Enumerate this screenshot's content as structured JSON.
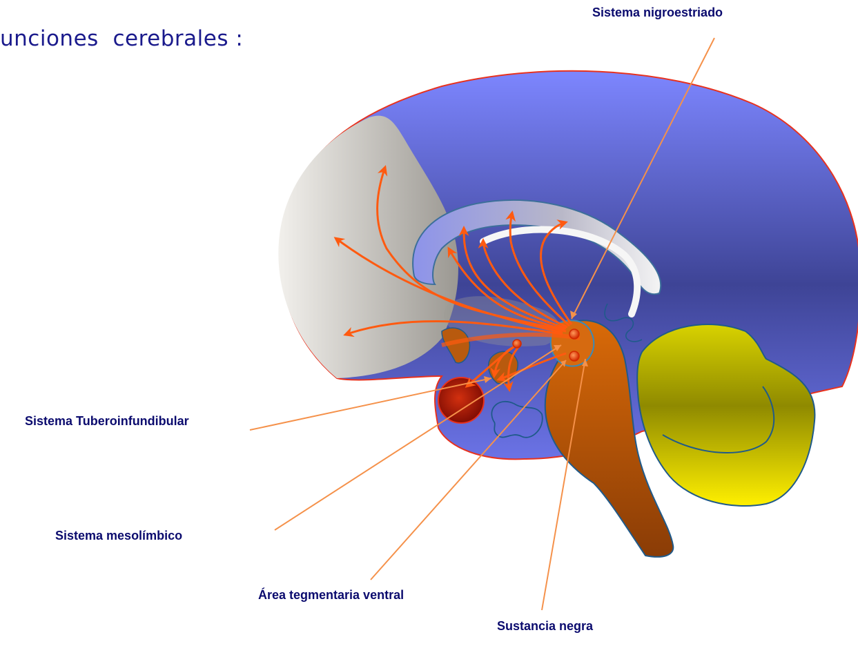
{
  "title": "unciones  cerebrales :",
  "labels": {
    "nigroestriado": "Sistema nigroestriado",
    "tuberoinfundibular": "Sistema Tuberoinfundibular",
    "mesolimbico": "Sistema mesolímbico",
    "tegmentaria": "Área tegmentaria ventral",
    "sustancia": "Sustancia negra"
  },
  "colors": {
    "cortex": "#6b73e6",
    "frontal": "#d6d4cf",
    "brainstem": "#c26010",
    "cerebellum": "#c8c400",
    "pathway": "#ff5a10",
    "leader": "#f5914a",
    "label_text": "#0b0b6e"
  }
}
